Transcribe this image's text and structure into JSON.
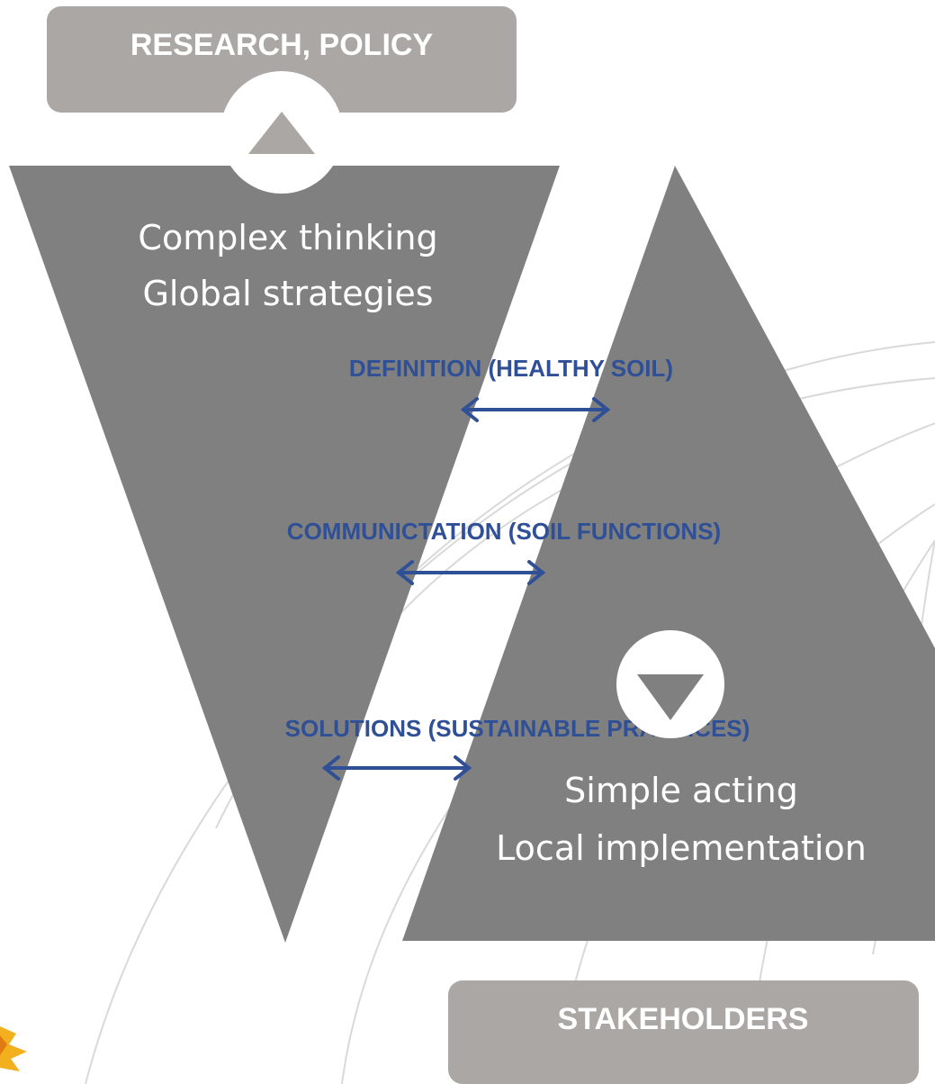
{
  "top_box": {
    "label": "RESEARCH, POLICY"
  },
  "bottom_box": {
    "label": "STAKEHOLDERS"
  },
  "left_triangle": {
    "line1": "Complex thinking",
    "line2": "Global strategies"
  },
  "right_triangle": {
    "line1": "Simple acting",
    "line2": "Local implementation"
  },
  "links": [
    {
      "label": "DEFINITION (HEALTHY SOIL)"
    },
    {
      "label": "COMMUNICTATION (SOIL FUNCTIONS)"
    },
    {
      "label": "SOLUTIONS (SUSTAINABLE PRACTICES)"
    }
  ],
  "colors": {
    "triangle": "#808080",
    "box": "#aaa7a5",
    "arrow_text": "#2f4f96",
    "background_lines": "#d9d9d9"
  }
}
